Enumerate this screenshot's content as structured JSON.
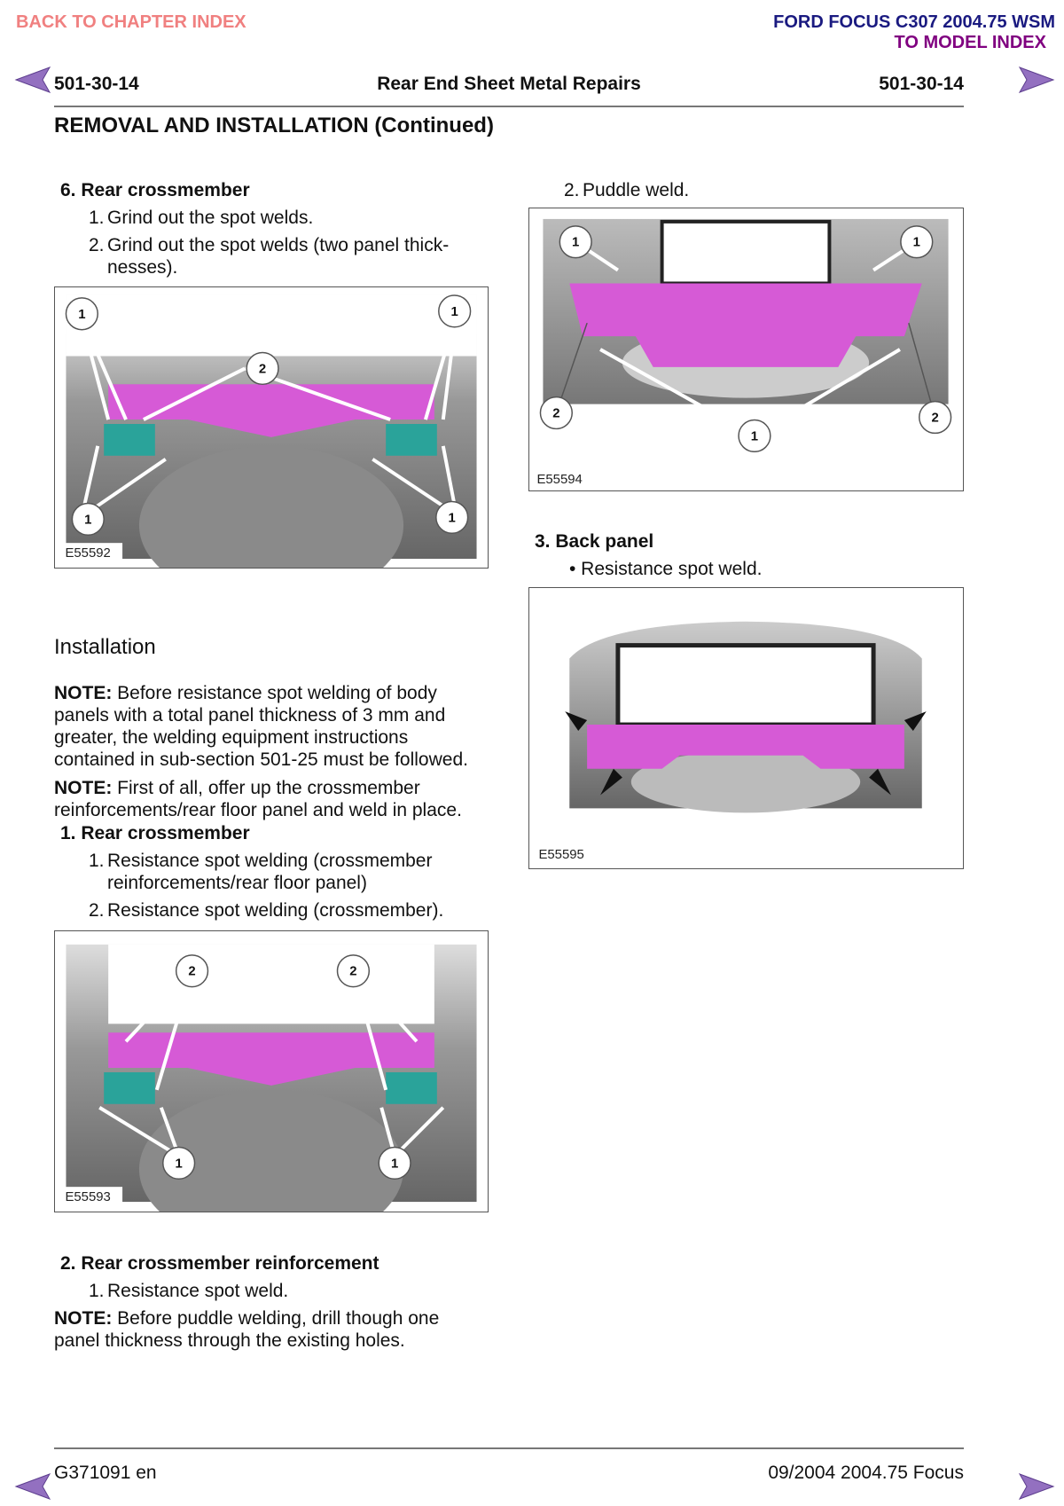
{
  "nav": {
    "back_chapter": "BACK TO CHAPTER INDEX",
    "wsm": "FORD FOCUS C307 2004.75 WSM",
    "model_index": "TO MODEL INDEX"
  },
  "header": {
    "code_left": "501-30-14",
    "title": "Rear End Sheet Metal Repairs",
    "code_right": "501-30-14"
  },
  "section_title": "REMOVAL AND INSTALLATION (Continued)",
  "left": {
    "step6": {
      "heading": "6. Rear crossmember",
      "items": [
        "1.",
        "Grind out the spot welds.",
        "2.",
        "Grind out the spot welds (two panel thick-",
        "nesses)."
      ]
    },
    "fig1": {
      "id": "E55592",
      "callouts": [
        "1",
        "1",
        "2",
        "1",
        "1"
      ]
    },
    "installation": "Installation",
    "note1": {
      "label": "NOTE:",
      "lines": [
        " Before resistance spot welding of body",
        "panels with a total panel thickness of 3 mm and",
        "greater, the welding equipment instructions",
        "contained in sub-section 501-25 must be followed."
      ]
    },
    "note2": {
      "label": "NOTE:",
      "lines": [
        " First of all, offer up the crossmember",
        "reinforcements/rear floor panel and weld in place."
      ]
    },
    "step1": {
      "heading": "1. Rear crossmember",
      "items": [
        "1.",
        "Resistance spot welding (crossmember",
        "reinforcements/rear floor panel)",
        "2.",
        "Resistance spot welding (crossmember)."
      ]
    },
    "fig4": {
      "id": "E55593",
      "callouts": [
        "2",
        "2",
        "1",
        "1"
      ]
    },
    "step2": {
      "heading": "2. Rear crossmember reinforcement",
      "items": [
        "1.",
        "Resistance spot weld."
      ]
    },
    "note3": {
      "label": "NOTE:",
      "lines": [
        " Before puddle welding, drill though one",
        "panel thickness through the existing holes."
      ]
    }
  },
  "right": {
    "puddle": [
      "2.",
      "Puddle weld."
    ],
    "fig2": {
      "id": "E55594",
      "callouts": [
        "1",
        "1",
        "2",
        "1",
        "2"
      ]
    },
    "step3": {
      "heading": "3. Back panel",
      "bullet": "• Resistance spot weld."
    },
    "fig3": {
      "id": "E55595"
    }
  },
  "footer": {
    "left": "G371091 en",
    "right": "09/2004 2004.75 Focus"
  },
  "colors": {
    "magenta": "#d65ad6",
    "teal": "#2aa39a",
    "back": "#f08080",
    "wsm": "#1a1a80",
    "model": "#800080"
  }
}
